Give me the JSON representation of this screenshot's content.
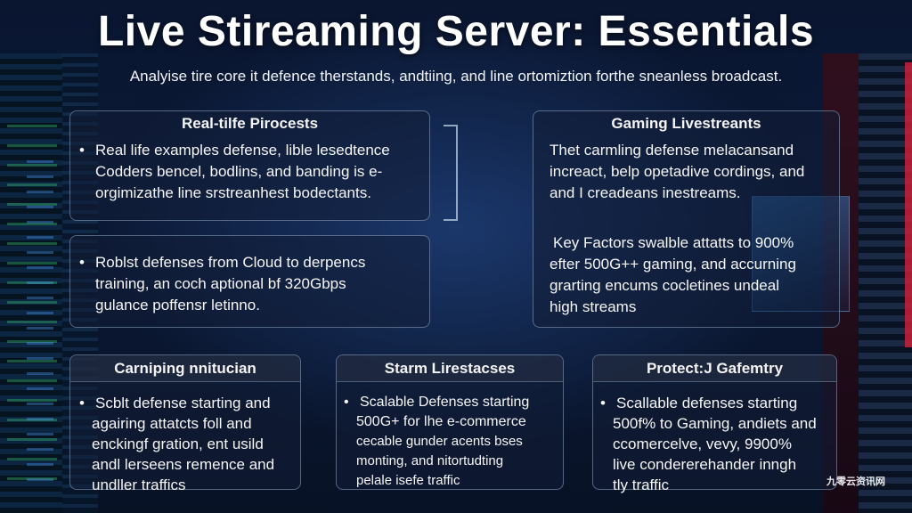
{
  "header": {
    "title": "Live Stireaming Server: Essentials",
    "subtitle": "Analyise tire core it defence therstands, andtiing, and line ortomiztion forthe sneanless broadcast."
  },
  "panels": {
    "real_life": {
      "title": "Real-tilfe Pirocests",
      "lines": [
        "Real life examples defense, lible lesedtence",
        "Codders bencel, bodlins, and banding is e-",
        "orgimizathe line srstreanhest bodectants."
      ]
    },
    "robust": {
      "lines": [
        "Roblst defenses from Cloud to derpencs",
        "training, an coch aptional bf 320Gbps",
        "gulance poffensr letinno."
      ]
    },
    "gaming": {
      "title": "Gaming Livestreants",
      "intro_lines": [
        "Thet carmling  defense melacansand",
        "increact, belp opetadive cordings, and",
        "and I creadeans inestreams."
      ],
      "factor_lines": [
        "Key Factors swalble attatts to 900%",
        "efter 500G++ gaming, and accurning",
        "grarting encums cocletines undeal",
        "high streams"
      ]
    },
    "carniping": {
      "title": "Carniping nnitucian",
      "lines": [
        "Scblt defense starting and",
        "agairing attatcts foll and",
        "enckingf gration, ent usild",
        "andl lerseens remence and",
        "undller traffics"
      ]
    },
    "starm": {
      "title": "Starm Lirestacses",
      "lines": [
        "Scalable Defenses starting",
        "500G+ for lhe e-commerce",
        "cecable gunder acents bses",
        "monting, and nitortudting",
        "pelale isefe traffic"
      ]
    },
    "protect": {
      "title": "Protect:J Gafemtry",
      "lines": [
        "Scallable defenses starting",
        "500f% to Gaming, andiets and",
        "ccomercelve, vevy, 9900%",
        "live condererehander inngh",
        "tly traffic"
      ]
    }
  },
  "bullet_char": "•",
  "watermark": "九零云资讯网",
  "colors": {
    "background": "#07101f",
    "panel_border": "#aac8e6",
    "text": "#ffffff"
  }
}
